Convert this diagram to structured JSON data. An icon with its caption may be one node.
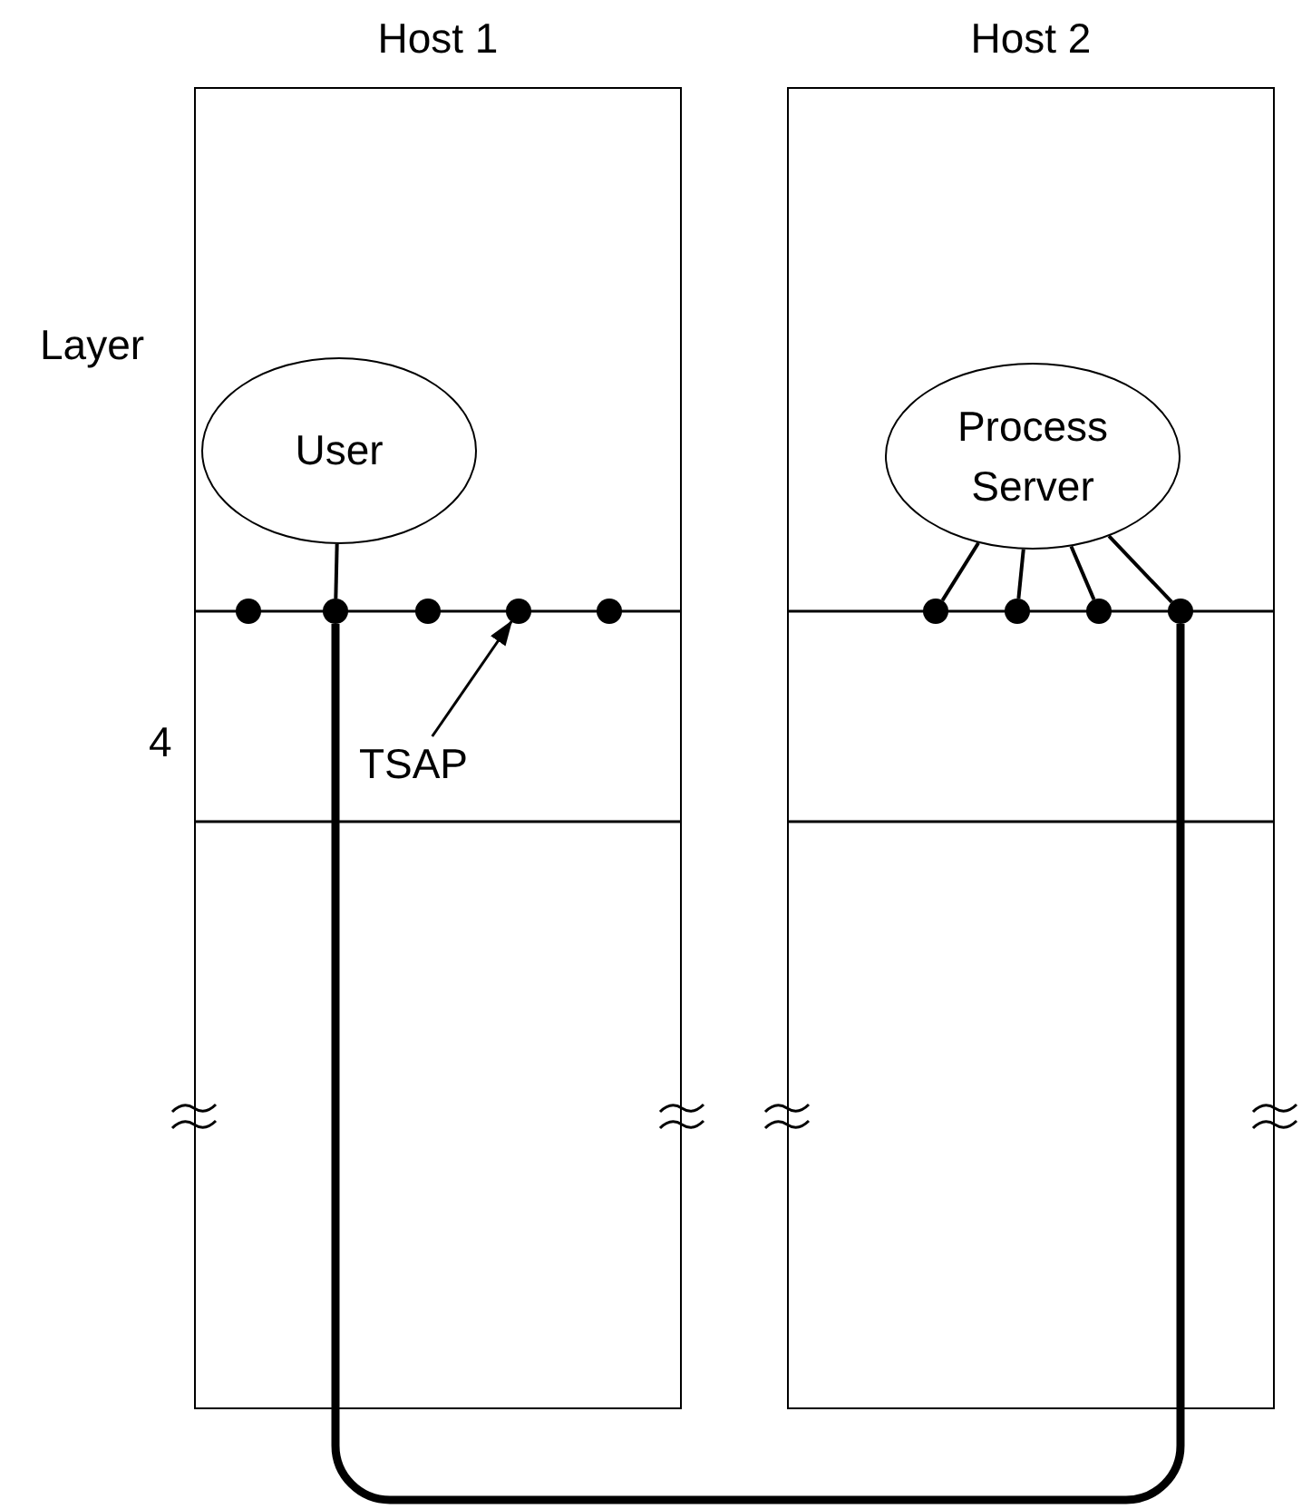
{
  "diagram": {
    "nodes": [
      {
        "text": [
          "Host 1"
        ]
      },
      {
        "text": [
          "User"
        ],
        "in": 0
      },
      {
        "text": [],
        "shape": "circle",
        "in": 0
      },
      {
        "text": [],
        "shape": "circle",
        "in": 0
      },
      {
        "text": [],
        "shape": "circle",
        "in": 0
      },
      {
        "text": [],
        "shape": "circle",
        "in": 0
      },
      {
        "text": [],
        "shape": "circle",
        "in": 0
      },
      {
        "text": [
          "TSAP"
        ],
        "in": 0
      },
      {
        "text": [
          "Host 2"
        ]
      },
      {
        "text": [
          "Process Server"
        ],
        "in": 8
      },
      {
        "text": [],
        "shape": "circle",
        "in": 8
      },
      {
        "text": [],
        "shape": "circle",
        "in": 8
      },
      {
        "text": [],
        "shape": "circle",
        "in": 8
      },
      {
        "text": [],
        "shape": "circle",
        "in": 8
      }
    ],
    "edges": [
      {
        "from": 1,
        "to": 3,
        "arrow": "none"
      },
      {
        "from": 7,
        "to": 5,
        "arrow": "to"
      },
      {
        "from": 9,
        "to": 10,
        "arrow": "none"
      },
      {
        "from": 9,
        "to": 11,
        "arrow": "none"
      },
      {
        "from": 9,
        "to": 12,
        "arrow": "none"
      },
      {
        "from": 9,
        "to": 13,
        "arrow": "none"
      },
      {
        "from": 3,
        "to": 13,
        "arrow": "none",
        "style": "thick"
      }
    ],
    "labels": [
      "Layer",
      "4"
    ]
  }
}
